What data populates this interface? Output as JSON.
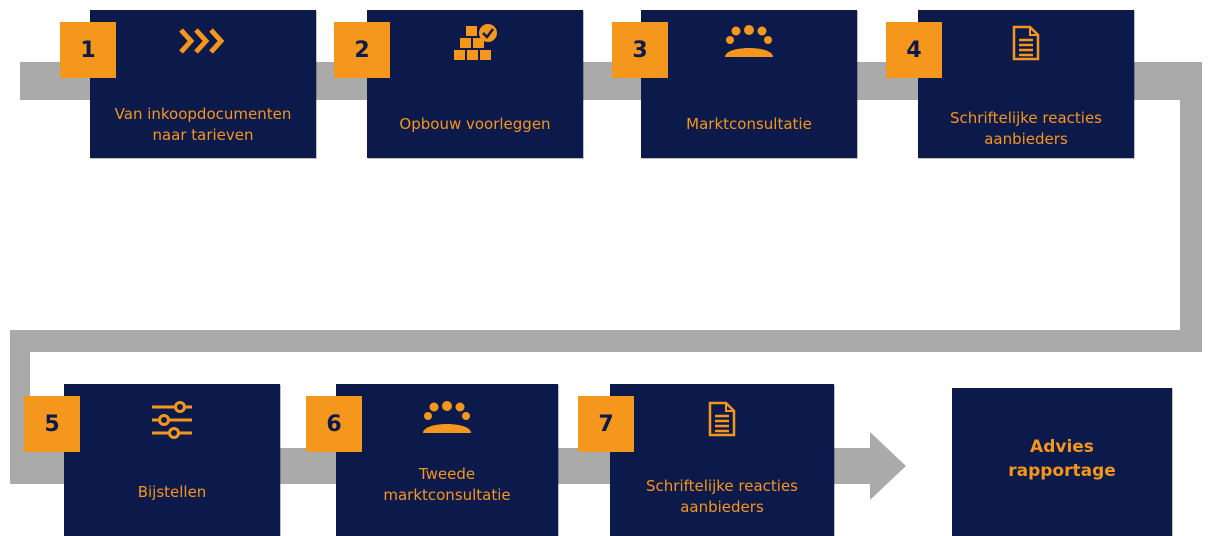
{
  "colors": {
    "box": "#0b1a4a",
    "accent": "#f5961d",
    "connector": "#aaaaaa"
  },
  "steps": [
    {
      "number": "1",
      "label": "Van inkoopdocumenten\nnaar tarieven",
      "icon": "chevrons-right-icon"
    },
    {
      "number": "2",
      "label": "Opbouw voorleggen",
      "icon": "boxes-check-icon"
    },
    {
      "number": "3",
      "label": "Marktconsultatie",
      "icon": "people-group-icon"
    },
    {
      "number": "4",
      "label": "Schriftelijke reacties\naanbieders",
      "icon": "document-icon"
    },
    {
      "number": "5",
      "label": "Bijstellen",
      "icon": "sliders-icon"
    },
    {
      "number": "6",
      "label": "Tweede\nmarktconsultatie",
      "icon": "people-group-icon"
    },
    {
      "number": "7",
      "label": "Schriftelijke reacties\naanbieders",
      "icon": "document-icon"
    }
  ],
  "final": {
    "label": "Advies\nrapportage"
  }
}
